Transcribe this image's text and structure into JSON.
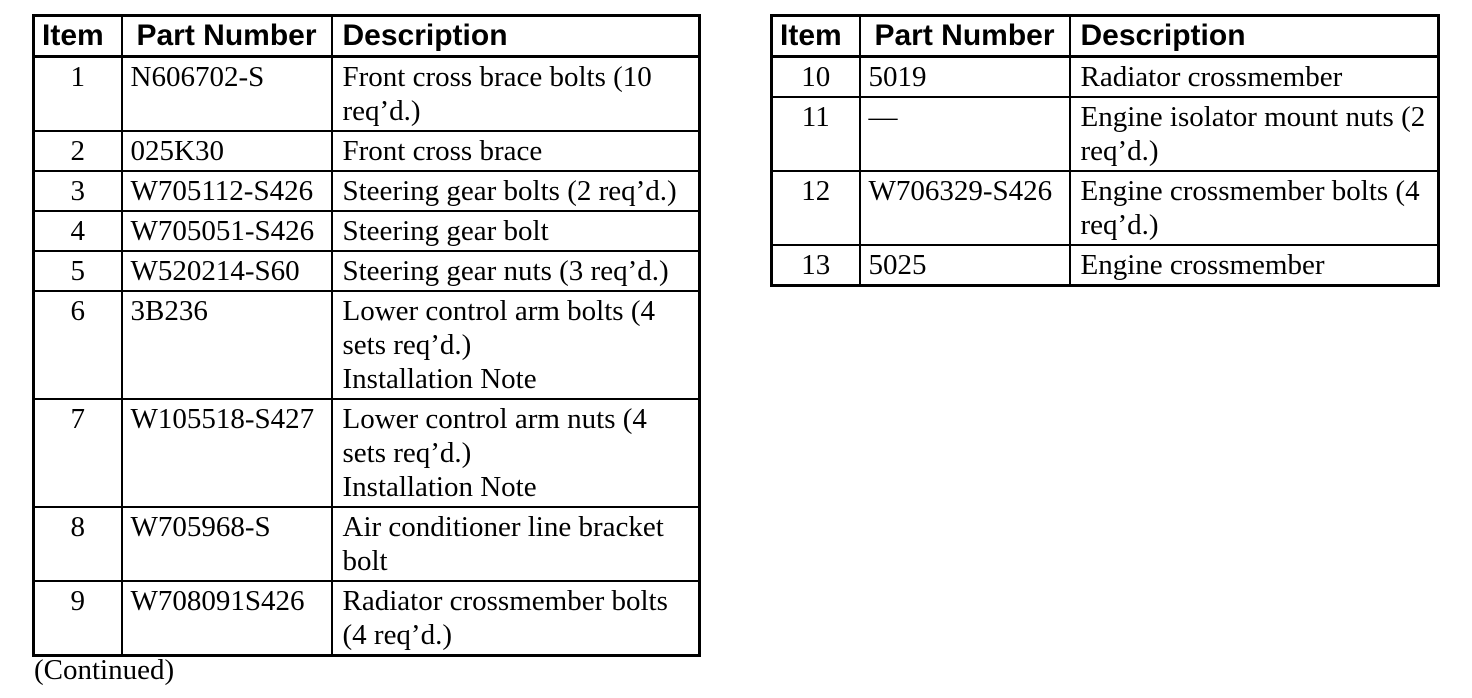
{
  "page": {
    "background_color": "#ffffff",
    "text_color": "#000000",
    "border_color": "#000000"
  },
  "left_table": {
    "columns": [
      "Item",
      "Part Number",
      "Description"
    ],
    "rows": [
      {
        "item": "1",
        "part": "N606702-S",
        "desc": [
          "Front cross brace bolts (10",
          "req’d.)"
        ]
      },
      {
        "item": "2",
        "part": "025K30",
        "desc": [
          "Front cross brace"
        ]
      },
      {
        "item": "3",
        "part": "W705112-S426",
        "desc": [
          "Steering gear bolts (2 req’d.)"
        ]
      },
      {
        "item": "4",
        "part": "W705051-S426",
        "desc": [
          "Steering gear bolt"
        ]
      },
      {
        "item": "5",
        "part": "W520214-S60",
        "desc": [
          "Steering gear nuts (3 req’d.)"
        ]
      },
      {
        "item": "6",
        "part": "3B236",
        "desc": [
          "Lower control arm bolts (4",
          "sets req’d.)",
          "Installation Note"
        ]
      },
      {
        "item": "7",
        "part": "W105518-S427",
        "desc": [
          "Lower control arm nuts (4",
          "sets req’d.)",
          "Installation Note"
        ]
      },
      {
        "item": "8",
        "part": "W705968-S",
        "desc": [
          "Air conditioner line bracket",
          "bolt"
        ]
      },
      {
        "item": "9",
        "part": "W708091S426",
        "desc": [
          "Radiator crossmember bolts",
          "(4 req’d.)"
        ]
      }
    ]
  },
  "right_table": {
    "columns": [
      "Item",
      "Part Number",
      "Description"
    ],
    "rows": [
      {
        "item": "10",
        "part": "5019",
        "desc": [
          "Radiator crossmember"
        ]
      },
      {
        "item": "11",
        "part": "—",
        "desc": [
          "Engine isolator mount nuts (2",
          "req’d.)"
        ]
      },
      {
        "item": "12",
        "part": "W706329-S426",
        "desc": [
          "Engine crossmember bolts (4",
          "req’d.)"
        ]
      },
      {
        "item": "13",
        "part": "5025",
        "desc": [
          "Engine crossmember"
        ]
      }
    ]
  },
  "footer": {
    "continued_label": "(Continued)"
  }
}
